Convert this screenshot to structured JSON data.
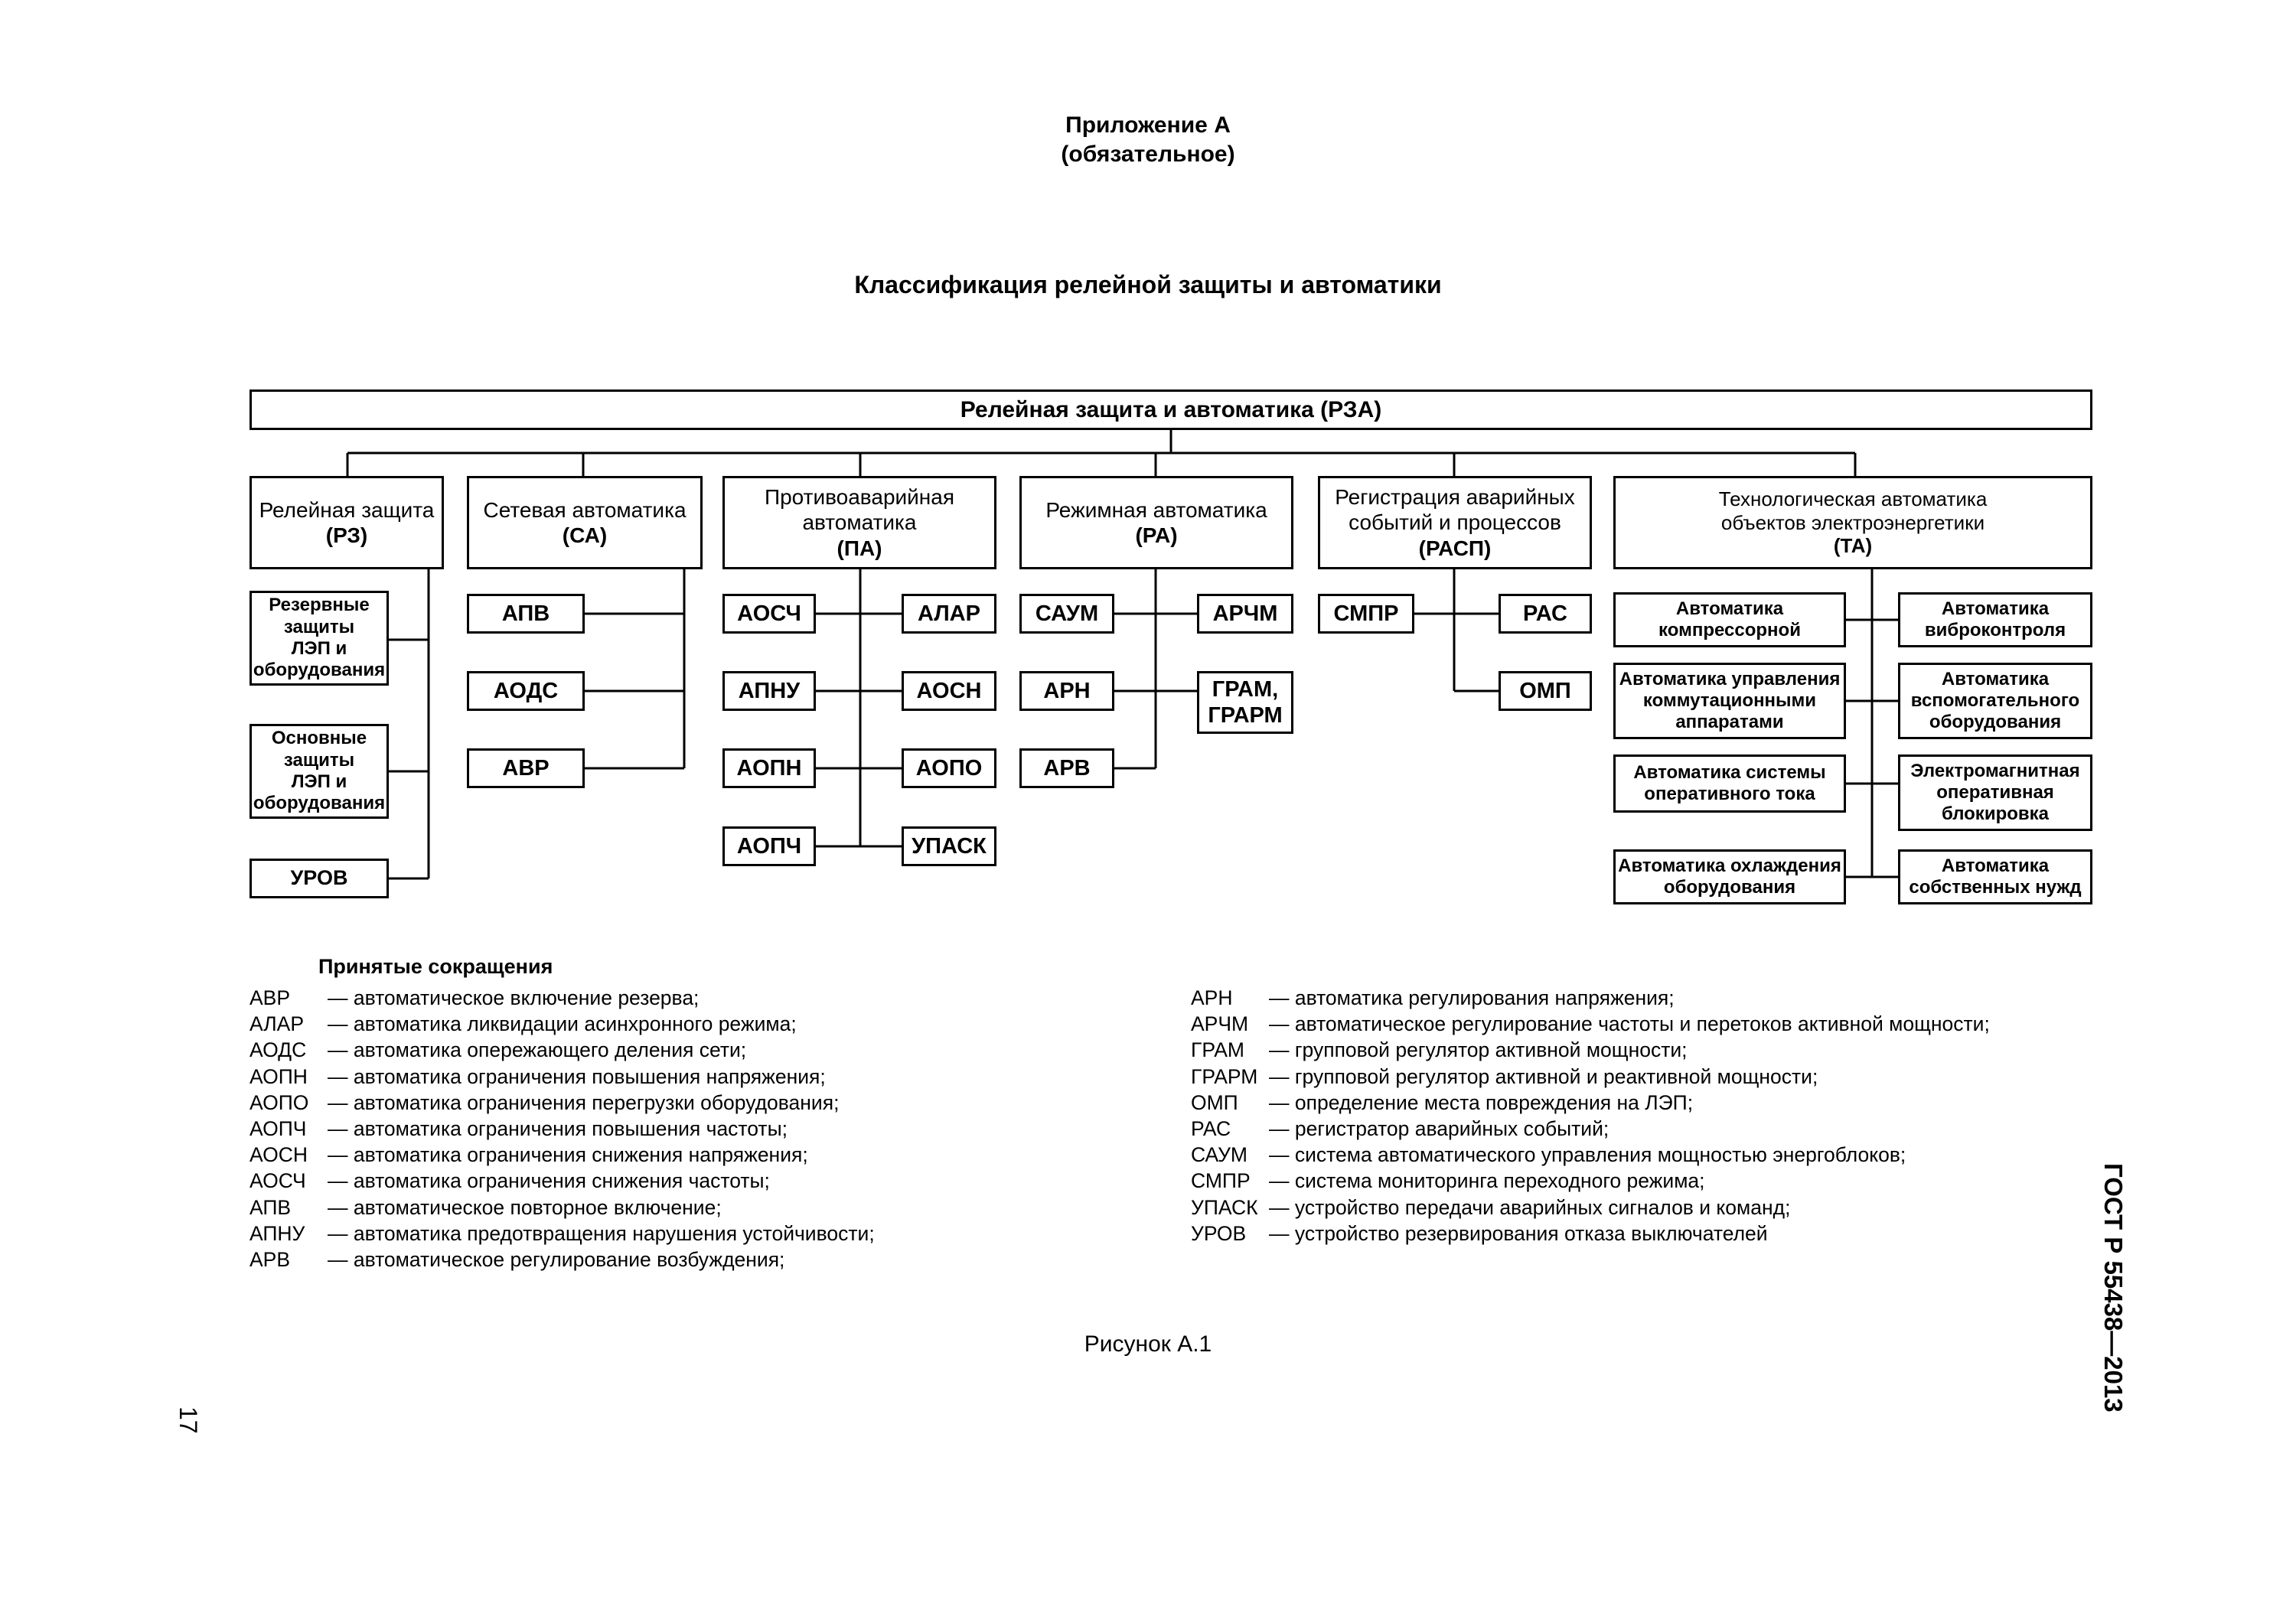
{
  "header": {
    "appendix": "Приложение А",
    "mandatory": "(обязательное)",
    "title": "Классификация релейной защиты и автоматики"
  },
  "diagram": {
    "root": "Релейная защита и автоматика (РЗА)",
    "categories": [
      {
        "name": "Релейная защита",
        "abbr": "(РЗ)",
        "items": [
          "Резервные\nзащиты\nЛЭП и\nоборудования",
          "Основные\nзащиты\nЛЭП и\nоборудования",
          "УРОВ"
        ]
      },
      {
        "name": "Сетевая автоматика",
        "abbr": "(СА)",
        "items": [
          "АПВ",
          "АОДС",
          "АВР"
        ]
      },
      {
        "name": "Противоаварийная\nавтоматика",
        "abbr": "(ПА)",
        "left_items": [
          "АОСЧ",
          "АПНУ",
          "АОПН",
          "АОПЧ"
        ],
        "right_items": [
          "АЛАР",
          "АОСН",
          "АОПО",
          "УПАСК"
        ]
      },
      {
        "name": "Режимная автоматика",
        "abbr": "(РА)",
        "left_items": [
          "САУМ",
          "АРН",
          "АРВ"
        ],
        "right_items": [
          "АРЧМ",
          "ГРАМ,\nГРАРМ"
        ]
      },
      {
        "name": "Регистрация аварийных\nсобытий и процессов",
        "abbr": "(РАСП)",
        "left_items": [
          "СМПР"
        ],
        "right_items": [
          "РАС",
          "ОМП"
        ]
      },
      {
        "name": "Технологическая автоматика\nобъектов электроэнергетики",
        "abbr": "(ТА)",
        "left_items": [
          "Автоматика\nкомпрессорной",
          "Автоматика управления\nкоммутационными\nаппаратами",
          "Автоматика системы\nоперативного тока",
          "Автоматика охлаждения\nоборудования"
        ],
        "right_items": [
          "Автоматика\nвиброконтроля",
          "Автоматика\nвспомогательного\nоборудования",
          "Электромагнитная\nоперативная\nблокировка",
          "Автоматика\nсобственных нужд"
        ]
      }
    ]
  },
  "abbreviations": {
    "heading": "Принятые сокращения",
    "left": [
      {
        "code": "АВР",
        "desc": "— автоматическое включение резерва;"
      },
      {
        "code": "АЛАР",
        "desc": "— автоматика ликвидации асинхронного режима;"
      },
      {
        "code": "АОДС",
        "desc": "— автоматика опережающего деления сети;"
      },
      {
        "code": "АОПН",
        "desc": "— автоматика ограничения повышения напряжения;"
      },
      {
        "code": "АОПО",
        "desc": "— автоматика ограничения перегрузки оборудования;"
      },
      {
        "code": "АОПЧ",
        "desc": "— автоматика ограничения повышения частоты;"
      },
      {
        "code": "АОСН",
        "desc": "— автоматика ограничения снижения напряжения;"
      },
      {
        "code": "АОСЧ",
        "desc": "— автоматика ограничения снижения частоты;"
      },
      {
        "code": "АПВ",
        "desc": "— автоматическое повторное включение;"
      },
      {
        "code": "АПНУ",
        "desc": "— автоматика предотвращения нарушения устойчивости;"
      },
      {
        "code": "АРВ",
        "desc": "— автоматическое регулирование возбуждения;"
      }
    ],
    "right": [
      {
        "code": "АРН",
        "desc": "— автоматика регулирования напряжения;"
      },
      {
        "code": "АРЧМ",
        "desc": "— автоматическое регулирование частоты и перетоков активной мощности;"
      },
      {
        "code": "ГРАМ",
        "desc": "— групповой регулятор активной мощности;"
      },
      {
        "code": "ГРАРМ",
        "desc": "— групповой регулятор активной и реактивной мощности;"
      },
      {
        "code": "ОМП",
        "desc": "— определение места повреждения на ЛЭП;"
      },
      {
        "code": "РАС",
        "desc": "— регистратор аварийных событий;"
      },
      {
        "code": "САУМ",
        "desc": "— система автоматического управления мощностью энергоблоков;"
      },
      {
        "code": "СМПР",
        "desc": "— система мониторинга переходного режима;"
      },
      {
        "code": "УПАСК",
        "desc": "— устройство передачи аварийных сигналов и команд;"
      },
      {
        "code": "УРОВ",
        "desc": "— устройство резервирования отказа выключателей"
      }
    ]
  },
  "caption": "Рисунок А.1",
  "side_label": "ГОСТ Р 55438—2013",
  "page_number": "17"
}
